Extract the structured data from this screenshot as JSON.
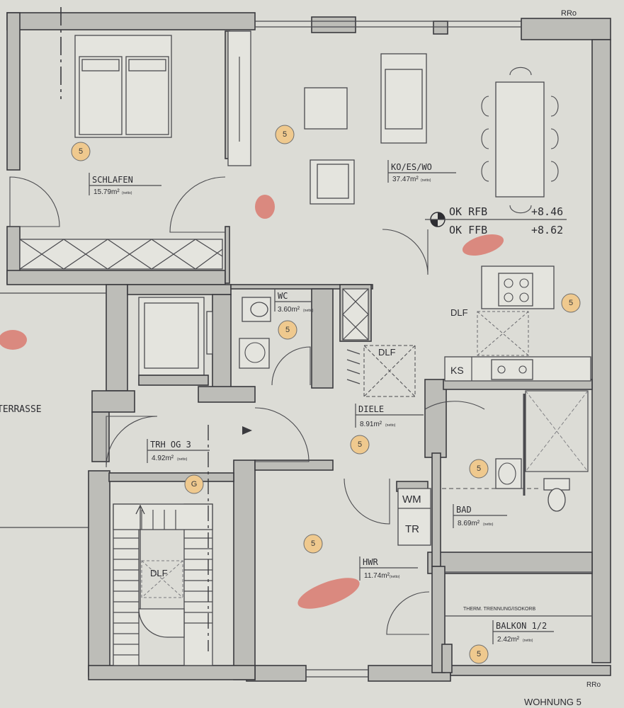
{
  "rooms": {
    "schlafen": {
      "name": "SCHLAFEN",
      "area": "15.79m²",
      "unit": "(netto)"
    },
    "ko_es_wo": {
      "name": "KO/ES/WO",
      "area": "37.47m²",
      "unit": "(netto)"
    },
    "wc": {
      "name": "WC",
      "area": "3.60m²",
      "unit": "(netto)"
    },
    "diele": {
      "name": "DIELE",
      "area": "8.91m²",
      "unit": "(netto)"
    },
    "trh": {
      "name": "TRH OG 3",
      "area": "4.92m²",
      "unit": "(netto)"
    },
    "bad": {
      "name": "BAD",
      "area": "8.69m²",
      "unit": "(netto)"
    },
    "hwr": {
      "name": "HWR",
      "area": "11.74m²",
      "unit": "(netto)"
    },
    "balkon": {
      "name": "BALKON 1/2",
      "area": "2.42m²",
      "unit": "(netto)"
    },
    "terrasse": {
      "name": "TERRASSE"
    }
  },
  "levels": {
    "ok_rfb": {
      "label": "OK RFB",
      "value": "+8.46"
    },
    "ok_ffb": {
      "label": "OK FFB",
      "value": "+8.62"
    }
  },
  "labels": {
    "dlf": "DLF",
    "ks": "KS",
    "wm": "WM",
    "tr": "TR",
    "therm": "THERM. TRENNUNG/ISOKORB",
    "rro_top": "RRo",
    "rro_bottom": "RRo",
    "wohnung": "WOHNUNG 5"
  },
  "badges": {
    "five": "5",
    "g": "G"
  },
  "colors": {
    "paper": "#dcdcd6",
    "wall_fill": "#bdbdb8",
    "line": "#3a3a3e",
    "badge": "#efc98e",
    "stain": "#d97a70"
  }
}
